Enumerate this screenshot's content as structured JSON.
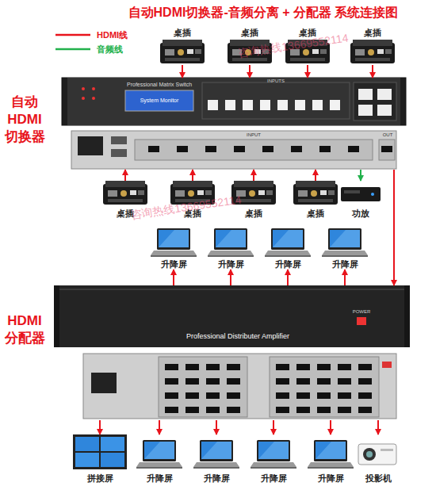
{
  "diagram": {
    "title": "自动HDMI切换器-音频分离 + 分配器 系统连接图",
    "nodes": [
      {
        "text": [
          "桌插"
        ]
      },
      {
        "text": [
          "桌插"
        ]
      },
      {
        "text": [
          "桌插"
        ]
      },
      {
        "text": [
          "桌插"
        ]
      },
      {
        "text": [
          "自动 HDMI 切换器"
        ]
      },
      {
        "text": [
          "桌插"
        ]
      },
      {
        "text": [
          "桌插"
        ]
      },
      {
        "text": [
          "桌插"
        ]
      },
      {
        "text": [
          "桌插"
        ]
      },
      {
        "text": [
          "功放"
        ]
      },
      {
        "text": [
          "升降屏"
        ]
      },
      {
        "text": [
          "升降屏"
        ]
      },
      {
        "text": [
          "升降屏"
        ]
      },
      {
        "text": [
          "升降屏"
        ]
      },
      {
        "text": [
          "HDMI 分配器"
        ]
      },
      {
        "text": [
          "拼接屏"
        ]
      },
      {
        "text": [
          "升降屏"
        ]
      },
      {
        "text": [
          "升降屏"
        ]
      },
      {
        "text": [
          "升降屏"
        ]
      },
      {
        "text": [
          "升降屏"
        ]
      },
      {
        "text": [
          "投影机"
        ]
      }
    ],
    "edges": [
      {
        "from": 0,
        "to": 4,
        "arrow": "to"
      },
      {
        "from": 1,
        "to": 4,
        "arrow": "to"
      },
      {
        "from": 2,
        "to": 4,
        "arrow": "to"
      },
      {
        "from": 3,
        "to": 4,
        "arrow": "to"
      },
      {
        "from": 5,
        "to": 4,
        "arrow": "to"
      },
      {
        "from": 6,
        "to": 4,
        "arrow": "to"
      },
      {
        "from": 7,
        "to": 4,
        "arrow": "to"
      },
      {
        "from": 8,
        "to": 4,
        "arrow": "to"
      },
      {
        "from": 4,
        "to": 9,
        "arrow": "to"
      },
      {
        "from": 4,
        "to": 14,
        "arrow": "to"
      },
      {
        "from": 14,
        "to": 10,
        "arrow": "to"
      },
      {
        "from": 14,
        "to": 11,
        "arrow": "to"
      },
      {
        "from": 14,
        "to": 12,
        "arrow": "to"
      },
      {
        "from": 14,
        "to": 13,
        "arrow": "to"
      },
      {
        "from": 14,
        "to": 15,
        "arrow": "to"
      },
      {
        "from": 14,
        "to": 16,
        "arrow": "to"
      },
      {
        "from": 14,
        "to": 17,
        "arrow": "to"
      },
      {
        "from": 14,
        "to": 18,
        "arrow": "to"
      },
      {
        "from": 14,
        "to": 19,
        "arrow": "to"
      },
      {
        "from": 14,
        "to": 20,
        "arrow": "to"
      }
    ],
    "labels": [
      "咨询热线13669552114",
      "Professional Matrix Switch",
      "System Monitor",
      "INPUTS",
      "INPUT",
      "OUT",
      "咨询热线13669552114",
      "POWER",
      "Professional Distributer Amplifier"
    ],
    "legend": [
      {
        "text": "HDMI线"
      },
      {
        "text": "音频线"
      }
    ]
  }
}
